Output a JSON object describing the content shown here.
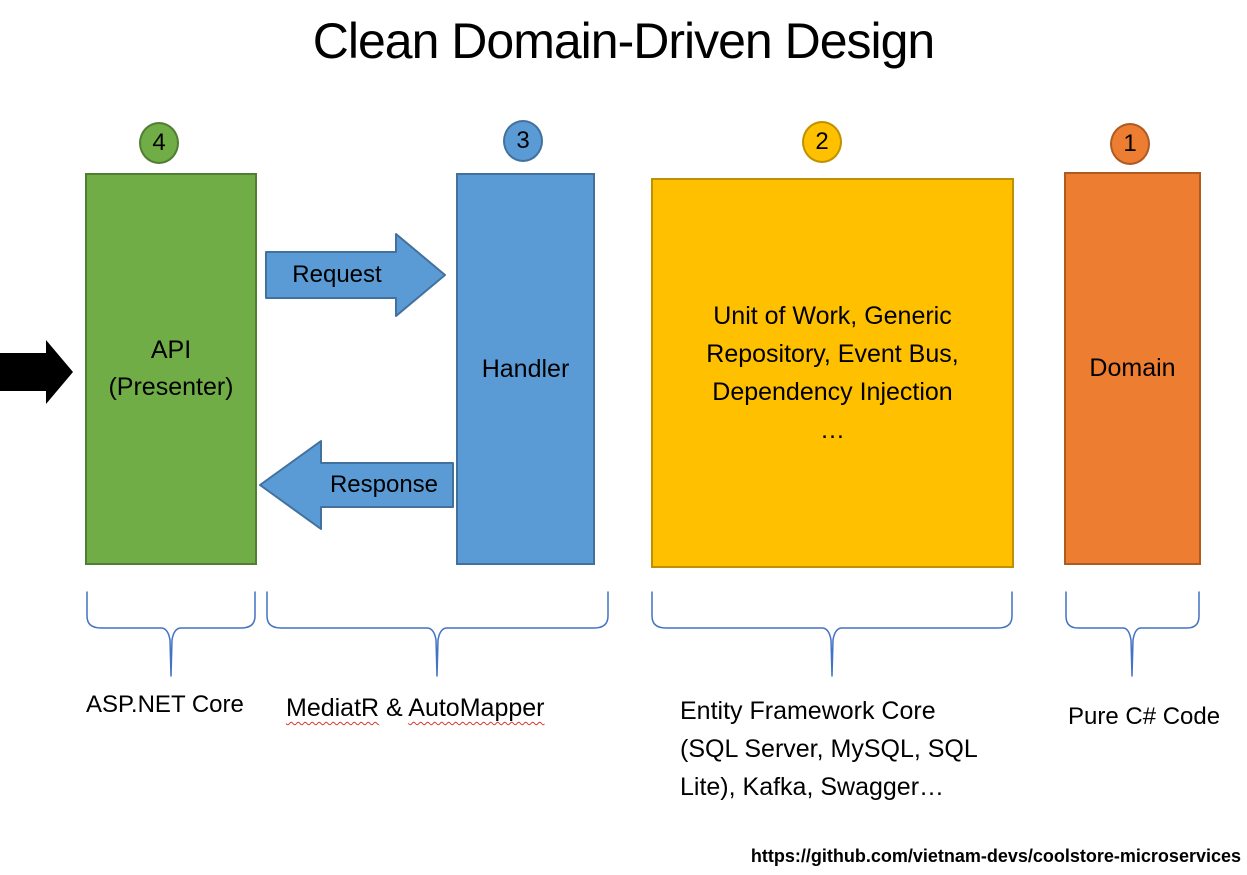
{
  "title": "Clean Domain-Driven Design",
  "colors": {
    "green": "#70AD47",
    "green_border": "#507E32",
    "blue": "#5B9BD5",
    "blue_border": "#41719C",
    "gold": "#FFC000",
    "gold_border": "#BF9000",
    "orange": "#ED7D31",
    "orange_border": "#AE5A21",
    "brace": "#4472C4",
    "squiggle": "#d03a2b",
    "black_arrow": "#000000"
  },
  "badges": {
    "api": "4",
    "handler": "3",
    "infrastructure": "2",
    "domain": "1"
  },
  "boxes": {
    "api": {
      "lines": [
        "API",
        "(Presenter)"
      ]
    },
    "handler": {
      "label": "Handler"
    },
    "infrastructure": {
      "lines": [
        "Unit of Work, Generic",
        "Repository, Event Bus,",
        "Dependency Injection",
        "…"
      ]
    },
    "domain": {
      "label": "Domain"
    }
  },
  "arrows": {
    "request": "Request",
    "response": "Response"
  },
  "tech_labels": {
    "api": "ASP.NET Core",
    "handler": {
      "word1": "MediatR",
      "sep": " & ",
      "word2": "AutoMapper"
    },
    "infrastructure": {
      "lines": [
        "Entity Framework Core",
        "(SQL Server, MySQL, SQL",
        "Lite), Kafka, Swagger…"
      ]
    },
    "domain": "Pure C# Code"
  },
  "footer_url": "https://github.com/vietnam-devs/coolstore-microservices"
}
